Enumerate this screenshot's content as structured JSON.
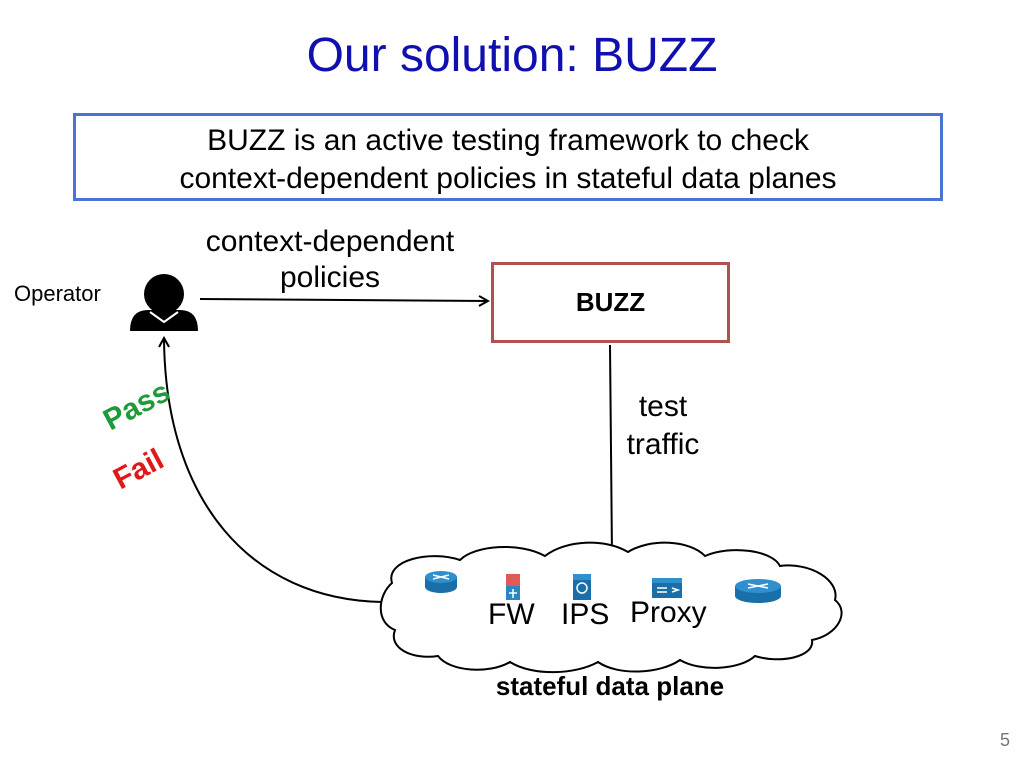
{
  "slide": {
    "title": "Our solution: BUZZ",
    "definition": {
      "line1": "BUZZ is an active testing framework to check",
      "line2": "context-dependent policies in stateful data planes"
    },
    "page_number": "5"
  },
  "diagram": {
    "operator": {
      "label": "Operator",
      "icon": "person-icon"
    },
    "policies_edge": {
      "line1": "context-dependent",
      "line2": "policies"
    },
    "buzz_node": {
      "label": "BUZZ"
    },
    "traffic_edge": {
      "line1": "test",
      "line2": "traffic"
    },
    "result_edge": {
      "pass": "Pass",
      "fail": "Fail"
    },
    "data_plane": {
      "label": "stateful data plane",
      "devices": [
        {
          "icon": "router-icon"
        },
        {
          "label": "FW",
          "icon": "firewall-icon"
        },
        {
          "label": "IPS",
          "icon": "ips-icon"
        },
        {
          "label": "Proxy",
          "icon": "proxy-icon"
        },
        {
          "icon": "router-icon"
        }
      ]
    }
  },
  "colors": {
    "title": "#1010b0",
    "definition_border": "#4a74d4",
    "buzz_border": "#b05050",
    "pass": "#1f9a3a",
    "fail": "#e01818"
  }
}
